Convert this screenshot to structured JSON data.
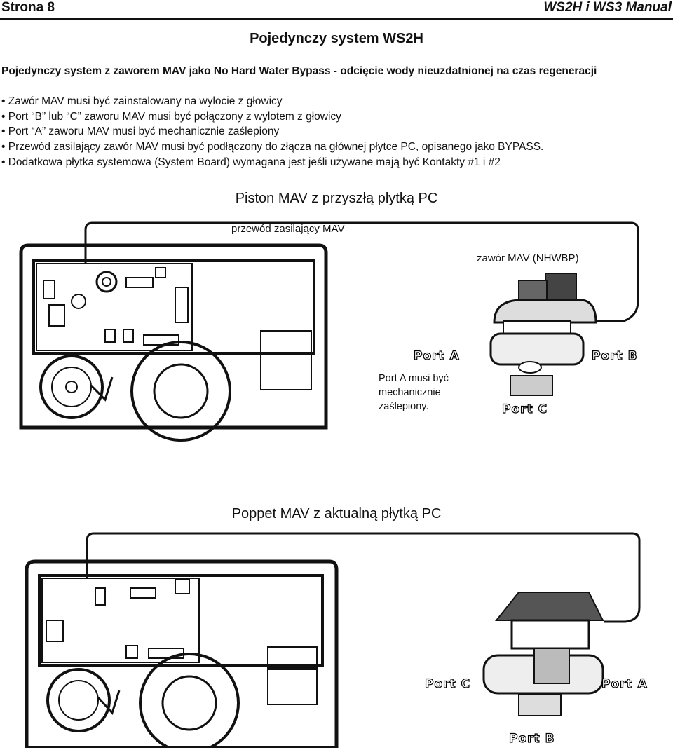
{
  "header": {
    "page": "Strona 8",
    "manual": "WS2H i WS3 Manual"
  },
  "title": "Pojedynczy system WS2H",
  "intro": "Pojedynczy system z zaworem MAV jako No Hard Water Bypass - odcięcie wody nieuzdatnionej na czas regeneracji",
  "bullets": [
    "Zawór MAV musi być zainstalowany na wylocie z głowicy",
    "Port “B” lub “C” zaworu MAV musi być połączony z wylotem z głowicy",
    "Port “A” zaworu MAV musi być mechanicznie zaślepiony",
    "Przewód zasilający zawór MAV musi być podłączony do złącza na głównej płytce PC, opisanego jako BYPASS.",
    "Dodatkowa płytka systemowa (System Board) wymagana jest jeśli używane mają być Kontakty #1 i #2"
  ],
  "diagram1": {
    "subtitle": "Piston MAV z przyszłą płytką PC",
    "wire_label": "przewód zasilający MAV",
    "valve_label": "zawór MAV (NHWBP)",
    "port_a": "Port A",
    "port_b": "Port B",
    "port_c": "Port C",
    "note": [
      "Port A musi być",
      "mechanicznie",
      "zaślepiony."
    ]
  },
  "diagram2": {
    "subtitle": "Poppet MAV z aktualną płytką PC",
    "port_c": "Port C",
    "port_a": "Port A",
    "port_b": "Port B"
  }
}
